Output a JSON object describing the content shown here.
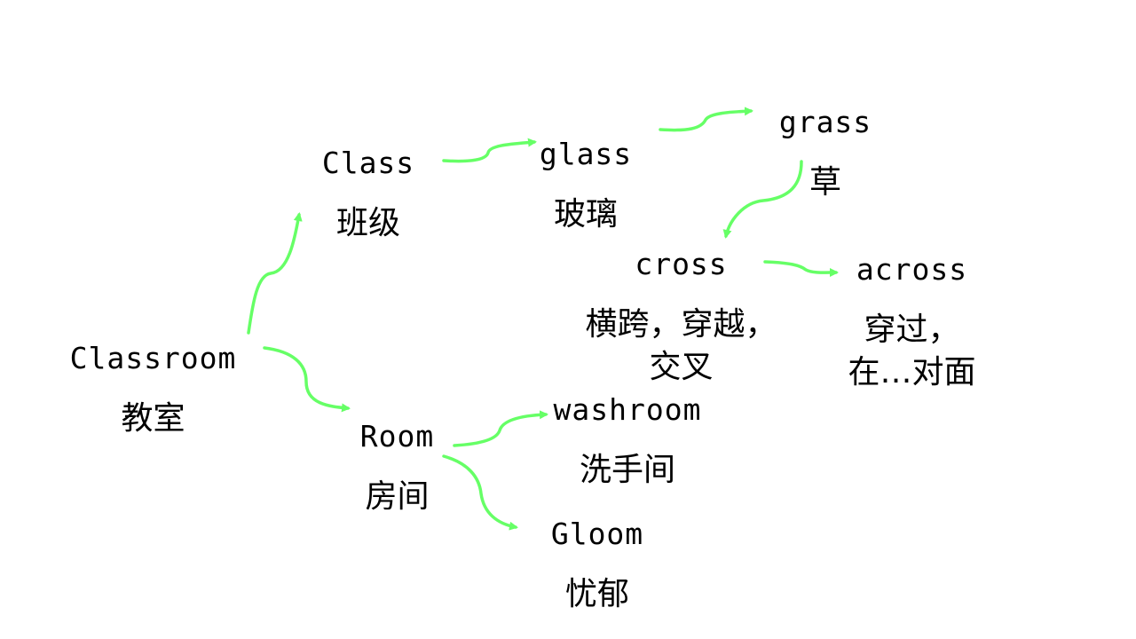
{
  "nodes": {
    "classroom": {
      "word": "Classroom",
      "meaning": "教室"
    },
    "class": {
      "word": "Class",
      "meaning": "班级"
    },
    "glass": {
      "word": "glass",
      "meaning": "玻璃"
    },
    "grass": {
      "word": "grass",
      "meaning": "草"
    },
    "cross": {
      "word": "cross",
      "meaning": "横跨，穿越，\n交叉"
    },
    "across": {
      "word": "across",
      "meaning": "穿过，\n在…对面"
    },
    "room": {
      "word": "Room",
      "meaning": "房间"
    },
    "washroom": {
      "word": "washroom",
      "meaning": "洗手间"
    },
    "gloom": {
      "word": "Gloom",
      "meaning": "忧郁"
    }
  },
  "colors": {
    "arrow": "#66ff66",
    "text": "#000000",
    "background": "#ffffff"
  }
}
